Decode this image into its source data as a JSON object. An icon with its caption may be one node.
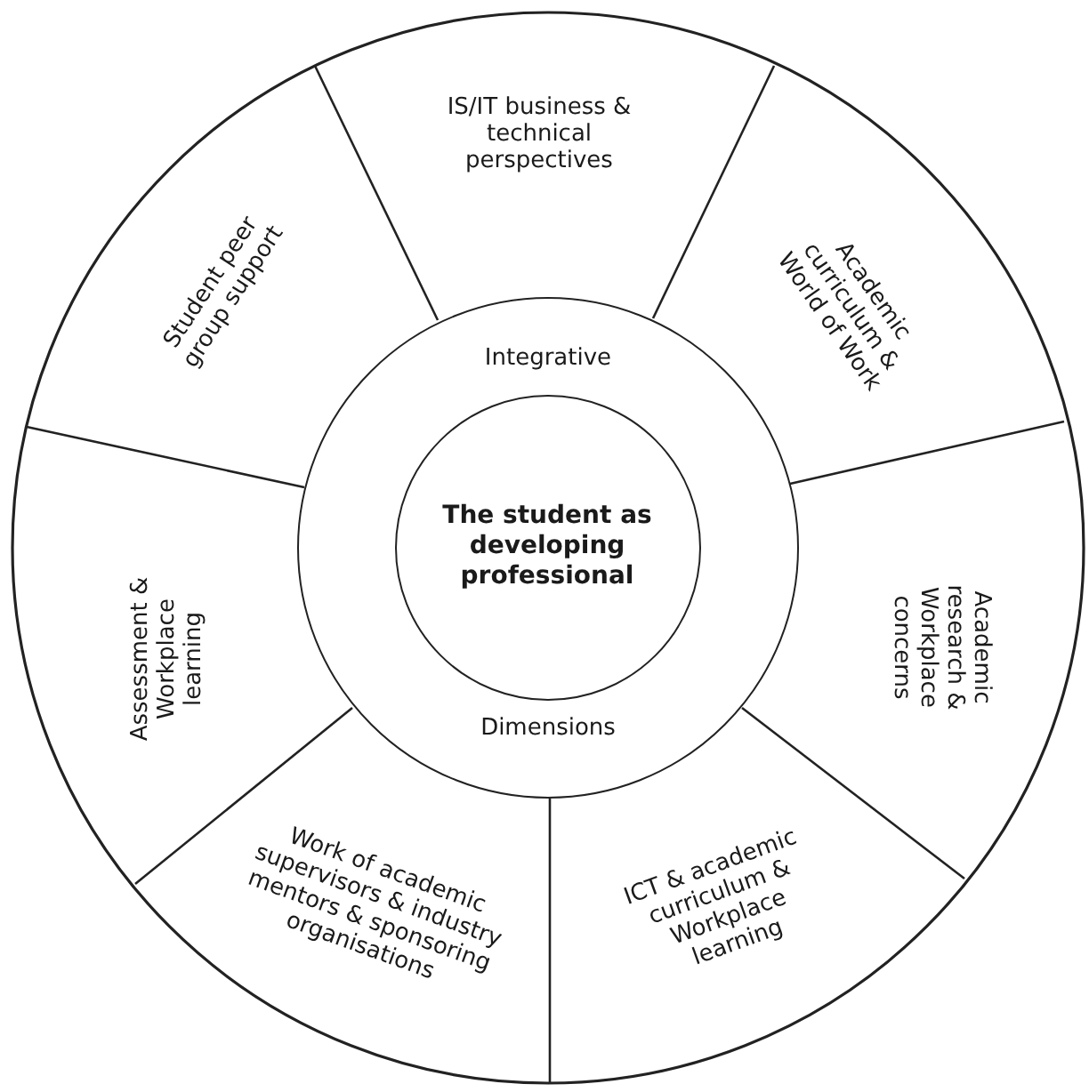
{
  "diagram": {
    "nodes": [
      {
        "text": [
          "IS/IT business & technical perspectives"
        ]
      },
      {
        "text": [
          "Academic curriculum & World of Work"
        ]
      },
      {
        "text": [
          "Academic research & Workplace concerns"
        ]
      },
      {
        "text": [
          "ICT & academic curriculum & Workplace learning"
        ]
      },
      {
        "text": [
          "Work of academic supervisors & industry mentors & sponsoring organisations"
        ]
      },
      {
        "text": [
          "Assessment & Workplace learning"
        ]
      },
      {
        "text": [
          "Student peer group support"
        ]
      },
      {
        "text": [
          "Integrative",
          "Dimensions"
        ]
      },
      {
        "text": [
          "The student as developing professional"
        ],
        "in": 7
      }
    ]
  }
}
